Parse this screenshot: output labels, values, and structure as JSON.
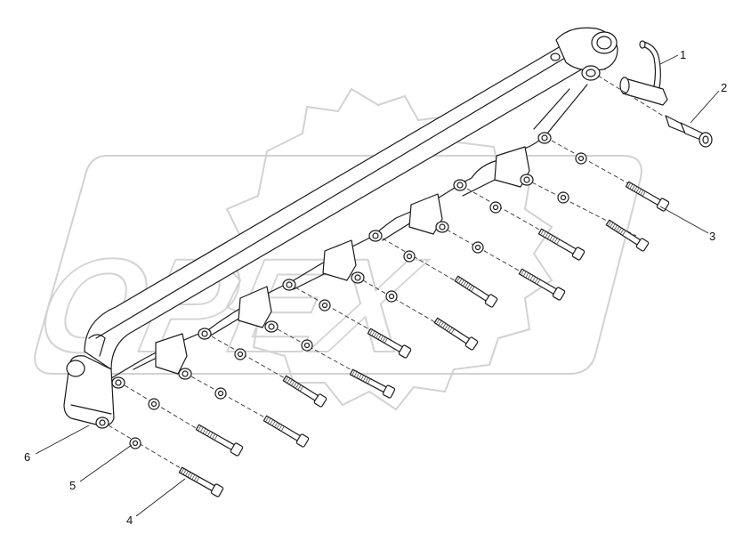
{
  "watermark": {
    "text": "OPEX"
  },
  "callouts": [
    {
      "id": "1",
      "label": "1"
    },
    {
      "id": "2",
      "label": "2"
    },
    {
      "id": "3",
      "label": "3"
    },
    {
      "id": "4",
      "label": "4"
    },
    {
      "id": "5",
      "label": "5"
    },
    {
      "id": "6",
      "label": "6"
    }
  ]
}
